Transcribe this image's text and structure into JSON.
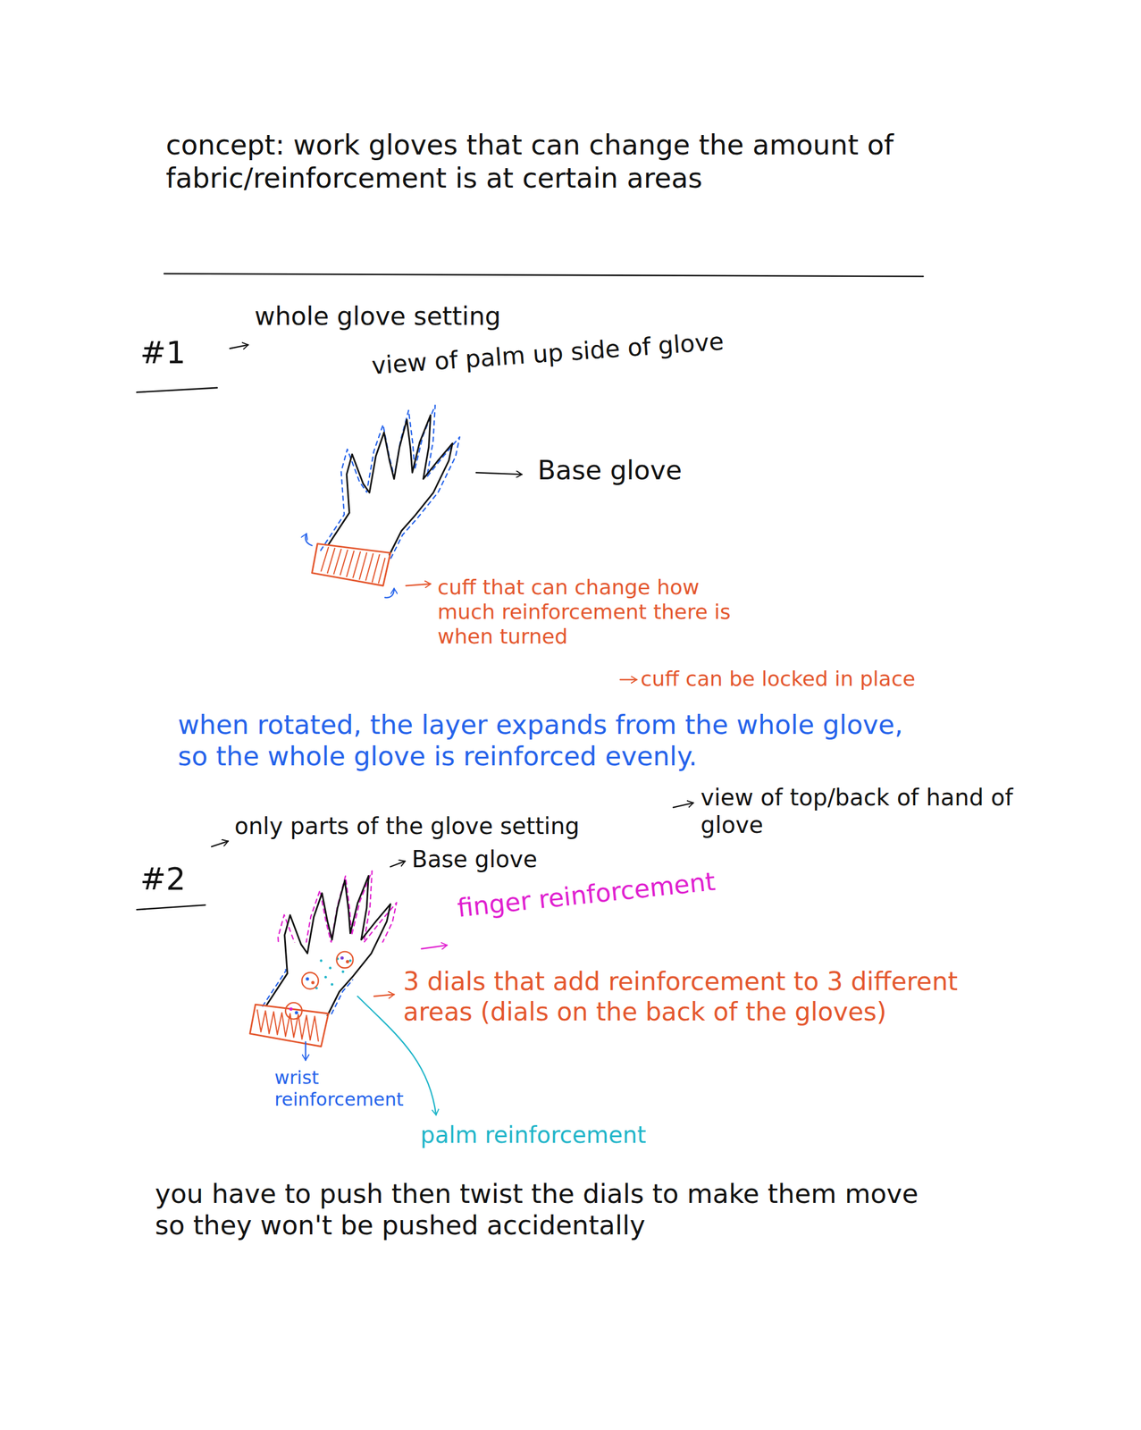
{
  "diagram": {
    "title": "concept: work gloves that can change the amount of fabric/reinforcement is at certain areas",
    "labels": [
      "#1",
      "whole glove setting",
      "view of palm up side of glove",
      "Base glove",
      "cuff that can change how much reinforcement there is when turned",
      "cuff can be locked in place",
      "when rotated, the layer expands from the whole glove, so the whole glove is reinforced evenly.",
      "only parts of the glove setting",
      "view of top/back of hand of glove",
      "#2",
      "Base glove",
      "finger reinforcement",
      "3 dials that add reinforcement to 3 different areas (dials on the back of the gloves)",
      "wrist reinforcement",
      "palm reinforcement",
      "you have to push then twist the dials to make them move so they won't be pushed accidentally"
    ]
  }
}
